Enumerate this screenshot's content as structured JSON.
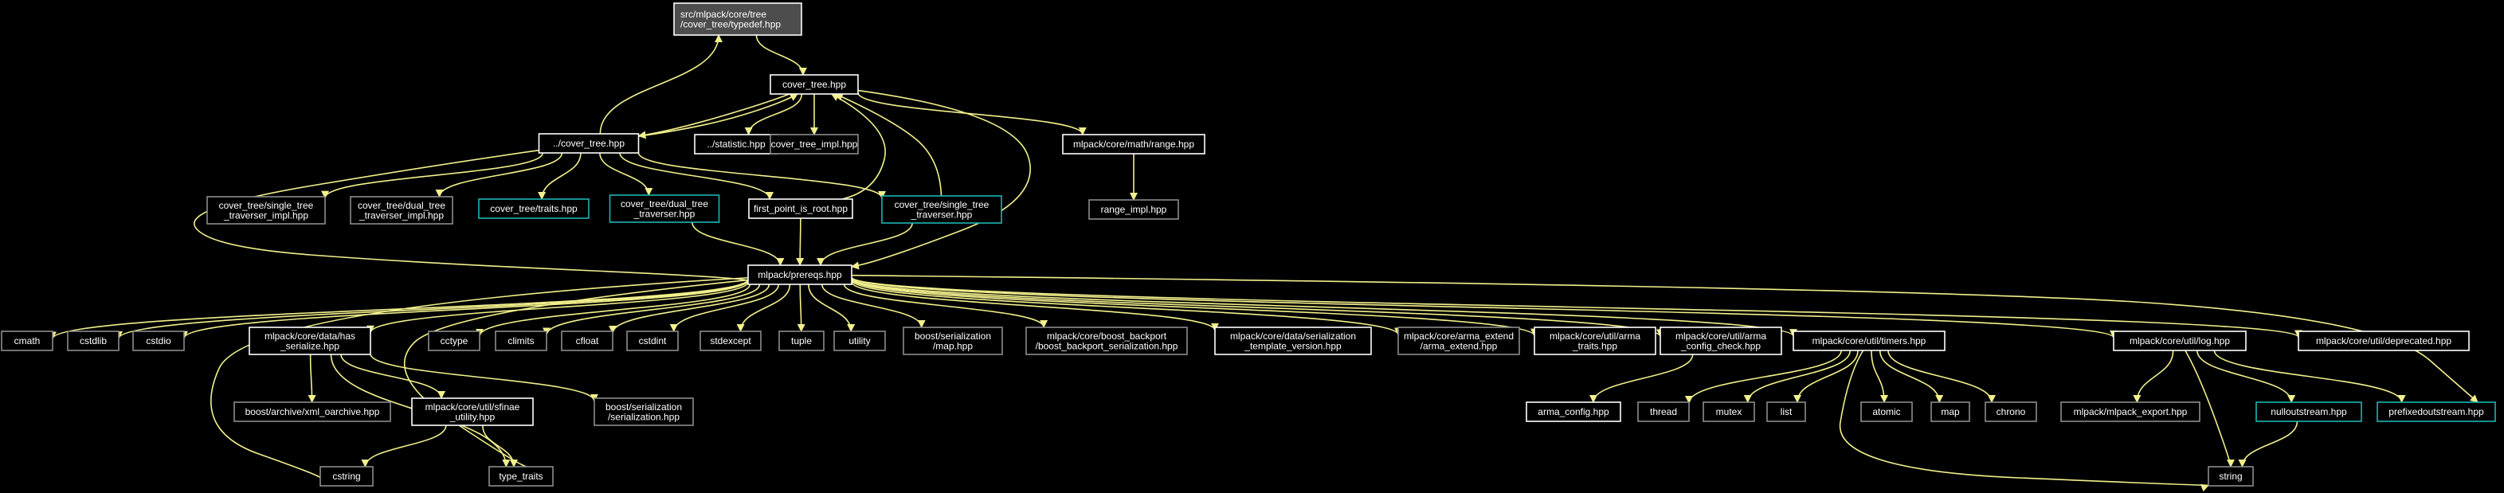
{
  "colors": {
    "background": "#000000",
    "edge": "#f2f08c",
    "text": "#ffffff",
    "border_default": "#ffffff",
    "border_dim": "#8c8c8c",
    "border_link": "#1bb5b5",
    "root_fill": "#4d4d4d"
  },
  "nodes": [
    {
      "id": "root",
      "lines": [
        "src/mlpack/core/tree",
        "/cover_tree/typedef.hpp"
      ],
      "style": "root"
    },
    {
      "id": "cover_tree",
      "lines": [
        "cover_tree.hpp"
      ],
      "style": "default"
    },
    {
      "id": "cover_tree_dotdot",
      "lines": [
        "../cover_tree.hpp"
      ],
      "style": "default"
    },
    {
      "id": "statistic",
      "lines": [
        "../statistic.hpp"
      ],
      "style": "default"
    },
    {
      "id": "cover_tree_impl",
      "lines": [
        "cover_tree_impl.hpp"
      ],
      "style": "dim"
    },
    {
      "id": "range",
      "lines": [
        "mlpack/core/math/range.hpp"
      ],
      "style": "default"
    },
    {
      "id": "range_impl",
      "lines": [
        "range_impl.hpp"
      ],
      "style": "dim"
    },
    {
      "id": "single_tree_traverser_impl",
      "lines": [
        "cover_tree/single_tree",
        "_traverser_impl.hpp"
      ],
      "style": "dim"
    },
    {
      "id": "dual_tree_traverser_impl",
      "lines": [
        "cover_tree/dual_tree",
        "_traverser_impl.hpp"
      ],
      "style": "dim"
    },
    {
      "id": "traits",
      "lines": [
        "cover_tree/traits.hpp"
      ],
      "style": "link"
    },
    {
      "id": "dual_tree_traverser",
      "lines": [
        "cover_tree/dual_tree",
        "_traverser.hpp"
      ],
      "style": "link"
    },
    {
      "id": "first_point_is_root",
      "lines": [
        "first_point_is_root.hpp"
      ],
      "style": "default"
    },
    {
      "id": "single_tree_traverser",
      "lines": [
        "cover_tree/single_tree",
        "_traverser.hpp"
      ],
      "style": "link"
    },
    {
      "id": "prereqs",
      "lines": [
        "mlpack/prereqs.hpp"
      ],
      "style": "default"
    },
    {
      "id": "cmath",
      "lines": [
        "cmath"
      ],
      "style": "dim"
    },
    {
      "id": "cstdlib",
      "lines": [
        "cstdlib"
      ],
      "style": "dim"
    },
    {
      "id": "cstdio",
      "lines": [
        "cstdio"
      ],
      "style": "dim"
    },
    {
      "id": "has_serialize",
      "lines": [
        "mlpack/core/data/has",
        "_serialize.hpp"
      ],
      "style": "default"
    },
    {
      "id": "cctype",
      "lines": [
        "cctype"
      ],
      "style": "dim"
    },
    {
      "id": "climits",
      "lines": [
        "climits"
      ],
      "style": "dim"
    },
    {
      "id": "cfloat",
      "lines": [
        "cfloat"
      ],
      "style": "dim"
    },
    {
      "id": "cstdint",
      "lines": [
        "cstdint"
      ],
      "style": "dim"
    },
    {
      "id": "stdexcept",
      "lines": [
        "stdexcept"
      ],
      "style": "dim"
    },
    {
      "id": "tuple",
      "lines": [
        "tuple"
      ],
      "style": "dim"
    },
    {
      "id": "utility",
      "lines": [
        "utility"
      ],
      "style": "dim"
    },
    {
      "id": "boost_ser_map",
      "lines": [
        "boost/serialization",
        "/map.hpp"
      ],
      "style": "dim"
    },
    {
      "id": "boost_backport",
      "lines": [
        "mlpack/core/boost_backport",
        "/boost_backport_serialization.hpp"
      ],
      "style": "dim"
    },
    {
      "id": "template_version",
      "lines": [
        "mlpack/core/data/serialization",
        "_template_version.hpp"
      ],
      "style": "default"
    },
    {
      "id": "arma_extend",
      "lines": [
        "mlpack/core/arma_extend",
        "/arma_extend.hpp"
      ],
      "style": "dim"
    },
    {
      "id": "arma_traits",
      "lines": [
        "mlpack/core/util/arma",
        "_traits.hpp"
      ],
      "style": "default"
    },
    {
      "id": "arma_config_check",
      "lines": [
        "mlpack/core/util/arma",
        "_config_check.hpp"
      ],
      "style": "default"
    },
    {
      "id": "timers",
      "lines": [
        "mlpack/core/util/timers.hpp"
      ],
      "style": "default"
    },
    {
      "id": "log",
      "lines": [
        "mlpack/core/util/log.hpp"
      ],
      "style": "default"
    },
    {
      "id": "deprecated",
      "lines": [
        "mlpack/core/util/deprecated.hpp"
      ],
      "style": "default"
    },
    {
      "id": "xml_oarchive",
      "lines": [
        "boost/archive/xml_oarchive.hpp"
      ],
      "style": "dim"
    },
    {
      "id": "sfinae_utility",
      "lines": [
        "mlpack/core/util/sfinae",
        "_utility.hpp"
      ],
      "style": "default"
    },
    {
      "id": "boost_serialization",
      "lines": [
        "boost/serialization",
        "/serialization.hpp"
      ],
      "style": "dim"
    },
    {
      "id": "cstring",
      "lines": [
        "cstring"
      ],
      "style": "dim"
    },
    {
      "id": "type_traits",
      "lines": [
        "type_traits"
      ],
      "style": "dim"
    },
    {
      "id": "arma_config",
      "lines": [
        "arma_config.hpp"
      ],
      "style": "default"
    },
    {
      "id": "thread",
      "lines": [
        "thread"
      ],
      "style": "dim"
    },
    {
      "id": "mutex",
      "lines": [
        "mutex"
      ],
      "style": "dim"
    },
    {
      "id": "list",
      "lines": [
        "list"
      ],
      "style": "dim"
    },
    {
      "id": "atomic",
      "lines": [
        "atomic"
      ],
      "style": "dim"
    },
    {
      "id": "map",
      "lines": [
        "map"
      ],
      "style": "dim"
    },
    {
      "id": "chrono",
      "lines": [
        "chrono"
      ],
      "style": "dim"
    },
    {
      "id": "mlpack_export",
      "lines": [
        "mlpack/mlpack_export.hpp"
      ],
      "style": "dim"
    },
    {
      "id": "nulloutstream",
      "lines": [
        "nulloutstream.hpp"
      ],
      "style": "link"
    },
    {
      "id": "prefixedoutstream",
      "lines": [
        "prefixedoutstream.hpp"
      ],
      "style": "link"
    },
    {
      "id": "string",
      "lines": [
        "string"
      ],
      "style": "dim"
    }
  ],
  "edges": [
    [
      "root",
      "cover_tree"
    ],
    [
      "cover_tree_dotdot",
      "root"
    ],
    [
      "cover_tree",
      "cover_tree_dotdot"
    ],
    [
      "cover_tree_dotdot",
      "cover_tree"
    ],
    [
      "cover_tree",
      "statistic"
    ],
    [
      "cover_tree",
      "cover_tree_impl"
    ],
    [
      "cover_tree",
      "range"
    ],
    [
      "cover_tree",
      "prereqs"
    ],
    [
      "range",
      "range_impl"
    ],
    [
      "cover_tree_dotdot",
      "single_tree_traverser_impl"
    ],
    [
      "cover_tree_dotdot",
      "dual_tree_traverser_impl"
    ],
    [
      "cover_tree_dotdot",
      "traits"
    ],
    [
      "cover_tree_dotdot",
      "dual_tree_traverser"
    ],
    [
      "cover_tree_dotdot",
      "first_point_is_root"
    ],
    [
      "cover_tree_dotdot",
      "single_tree_traverser"
    ],
    [
      "cover_tree_dotdot",
      "prereqs"
    ],
    [
      "first_point_is_root",
      "cover_tree"
    ],
    [
      "first_point_is_root",
      "prereqs"
    ],
    [
      "single_tree_traverser",
      "cover_tree"
    ],
    [
      "single_tree_traverser",
      "prereqs"
    ],
    [
      "dual_tree_traverser",
      "prereqs"
    ],
    [
      "prereqs",
      "cmath"
    ],
    [
      "prereqs",
      "cstdlib"
    ],
    [
      "prereqs",
      "cstdio"
    ],
    [
      "prereqs",
      "has_serialize"
    ],
    [
      "prereqs",
      "cctype"
    ],
    [
      "prereqs",
      "climits"
    ],
    [
      "prereqs",
      "cfloat"
    ],
    [
      "prereqs",
      "cstdint"
    ],
    [
      "prereqs",
      "stdexcept"
    ],
    [
      "prereqs",
      "tuple"
    ],
    [
      "prereqs",
      "utility"
    ],
    [
      "prereqs",
      "boost_ser_map"
    ],
    [
      "prereqs",
      "boost_backport"
    ],
    [
      "prereqs",
      "template_version"
    ],
    [
      "prereqs",
      "arma_extend"
    ],
    [
      "prereqs",
      "arma_traits"
    ],
    [
      "prereqs",
      "arma_config_check"
    ],
    [
      "prereqs",
      "timers"
    ],
    [
      "prereqs",
      "log"
    ],
    [
      "prereqs",
      "deprecated"
    ],
    [
      "prereqs",
      "cstring"
    ],
    [
      "prereqs",
      "type_traits"
    ],
    [
      "prereqs",
      "prefixedoutstream"
    ],
    [
      "has_serialize",
      "xml_oarchive"
    ],
    [
      "has_serialize",
      "sfinae_utility"
    ],
    [
      "has_serialize",
      "boost_serialization"
    ],
    [
      "has_serialize",
      "type_traits"
    ],
    [
      "sfinae_utility",
      "cstring"
    ],
    [
      "sfinae_utility",
      "type_traits"
    ],
    [
      "arma_config_check",
      "arma_config"
    ],
    [
      "timers",
      "thread"
    ],
    [
      "timers",
      "mutex"
    ],
    [
      "timers",
      "list"
    ],
    [
      "timers",
      "atomic"
    ],
    [
      "timers",
      "map"
    ],
    [
      "timers",
      "chrono"
    ],
    [
      "timers",
      "string"
    ],
    [
      "log",
      "mlpack_export"
    ],
    [
      "log",
      "nulloutstream"
    ],
    [
      "log",
      "prefixedoutstream"
    ],
    [
      "log",
      "string"
    ],
    [
      "nulloutstream",
      "string"
    ]
  ]
}
